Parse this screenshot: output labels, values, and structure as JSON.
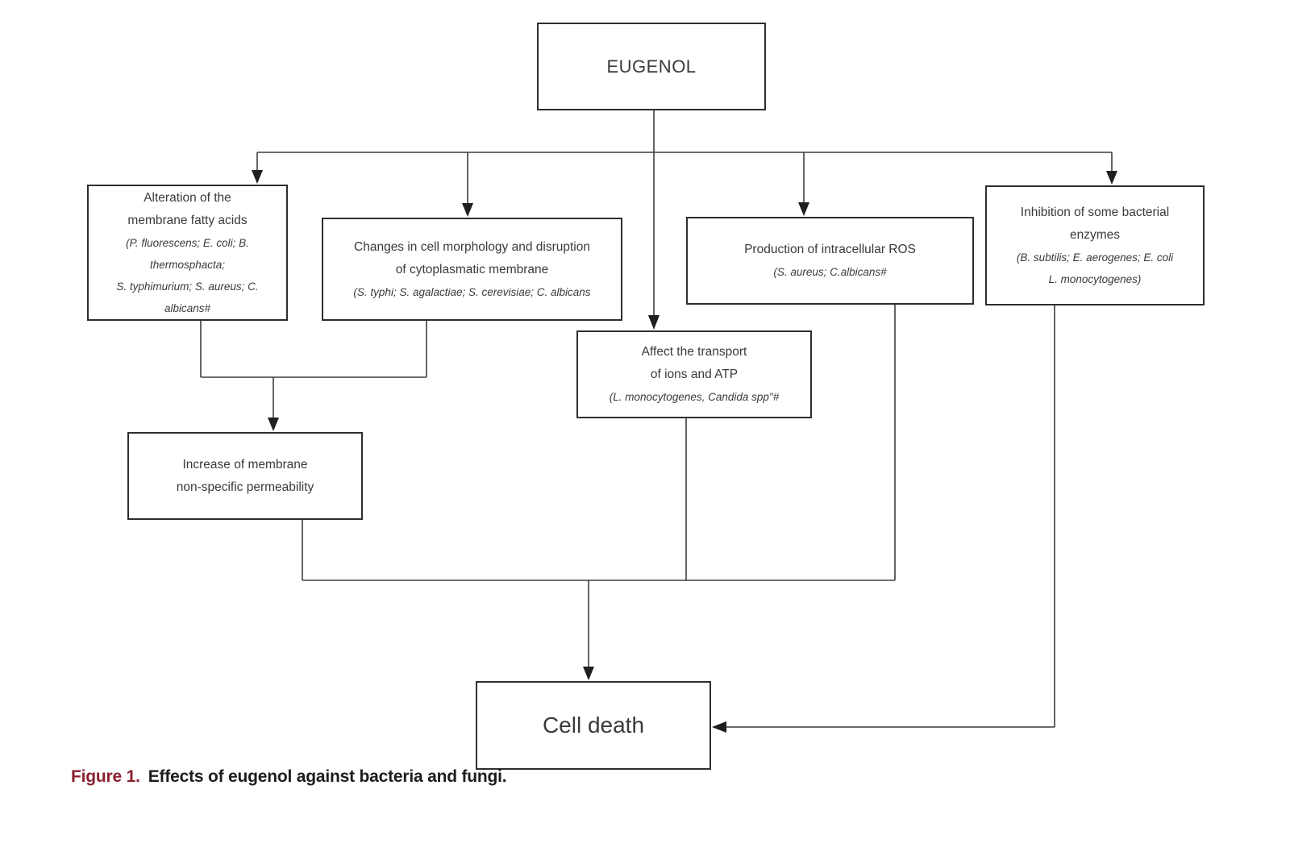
{
  "caption": {
    "label": "Figure 1.",
    "text": "Effects of eugenol against bacteria and fungi."
  },
  "colors": {
    "caption_label": "#8a2130",
    "line": "#3d3d3d",
    "box_border": "#2e2e2e"
  },
  "nodes": {
    "eugenol": {
      "title": "EUGENOL"
    },
    "alteration": {
      "title": "Alteration of the\nmembrane fatty acids",
      "species": "(P. fluorescens; E. coli; B.\nthermosphacta;\nS. typhimurium; S. aureus; C.\nalbicans#"
    },
    "morphology": {
      "title": "Changes in cell morphology and disruption\nof cytoplasmatic membrane",
      "species": "(S. typhi; S. agalactiae; S. cerevisiae; C. albicans"
    },
    "ros": {
      "title": "Production of intracellular ROS",
      "species": "(S. aureus; C.albicans#"
    },
    "enzymes": {
      "title": "Inhibition of some bacterial\nenzymes",
      "species": "(B. subtilis; E. aerogenes; E. coli\nL. monocytogenes)"
    },
    "transport": {
      "title": "Affect the transport\nof ions and ATP",
      "species": "(L. monocytogenes, Candida spp\"#"
    },
    "permeability": {
      "title": "Increase of membrane\nnon-specific permeability"
    },
    "cell_death": {
      "title": "Cell death"
    }
  }
}
